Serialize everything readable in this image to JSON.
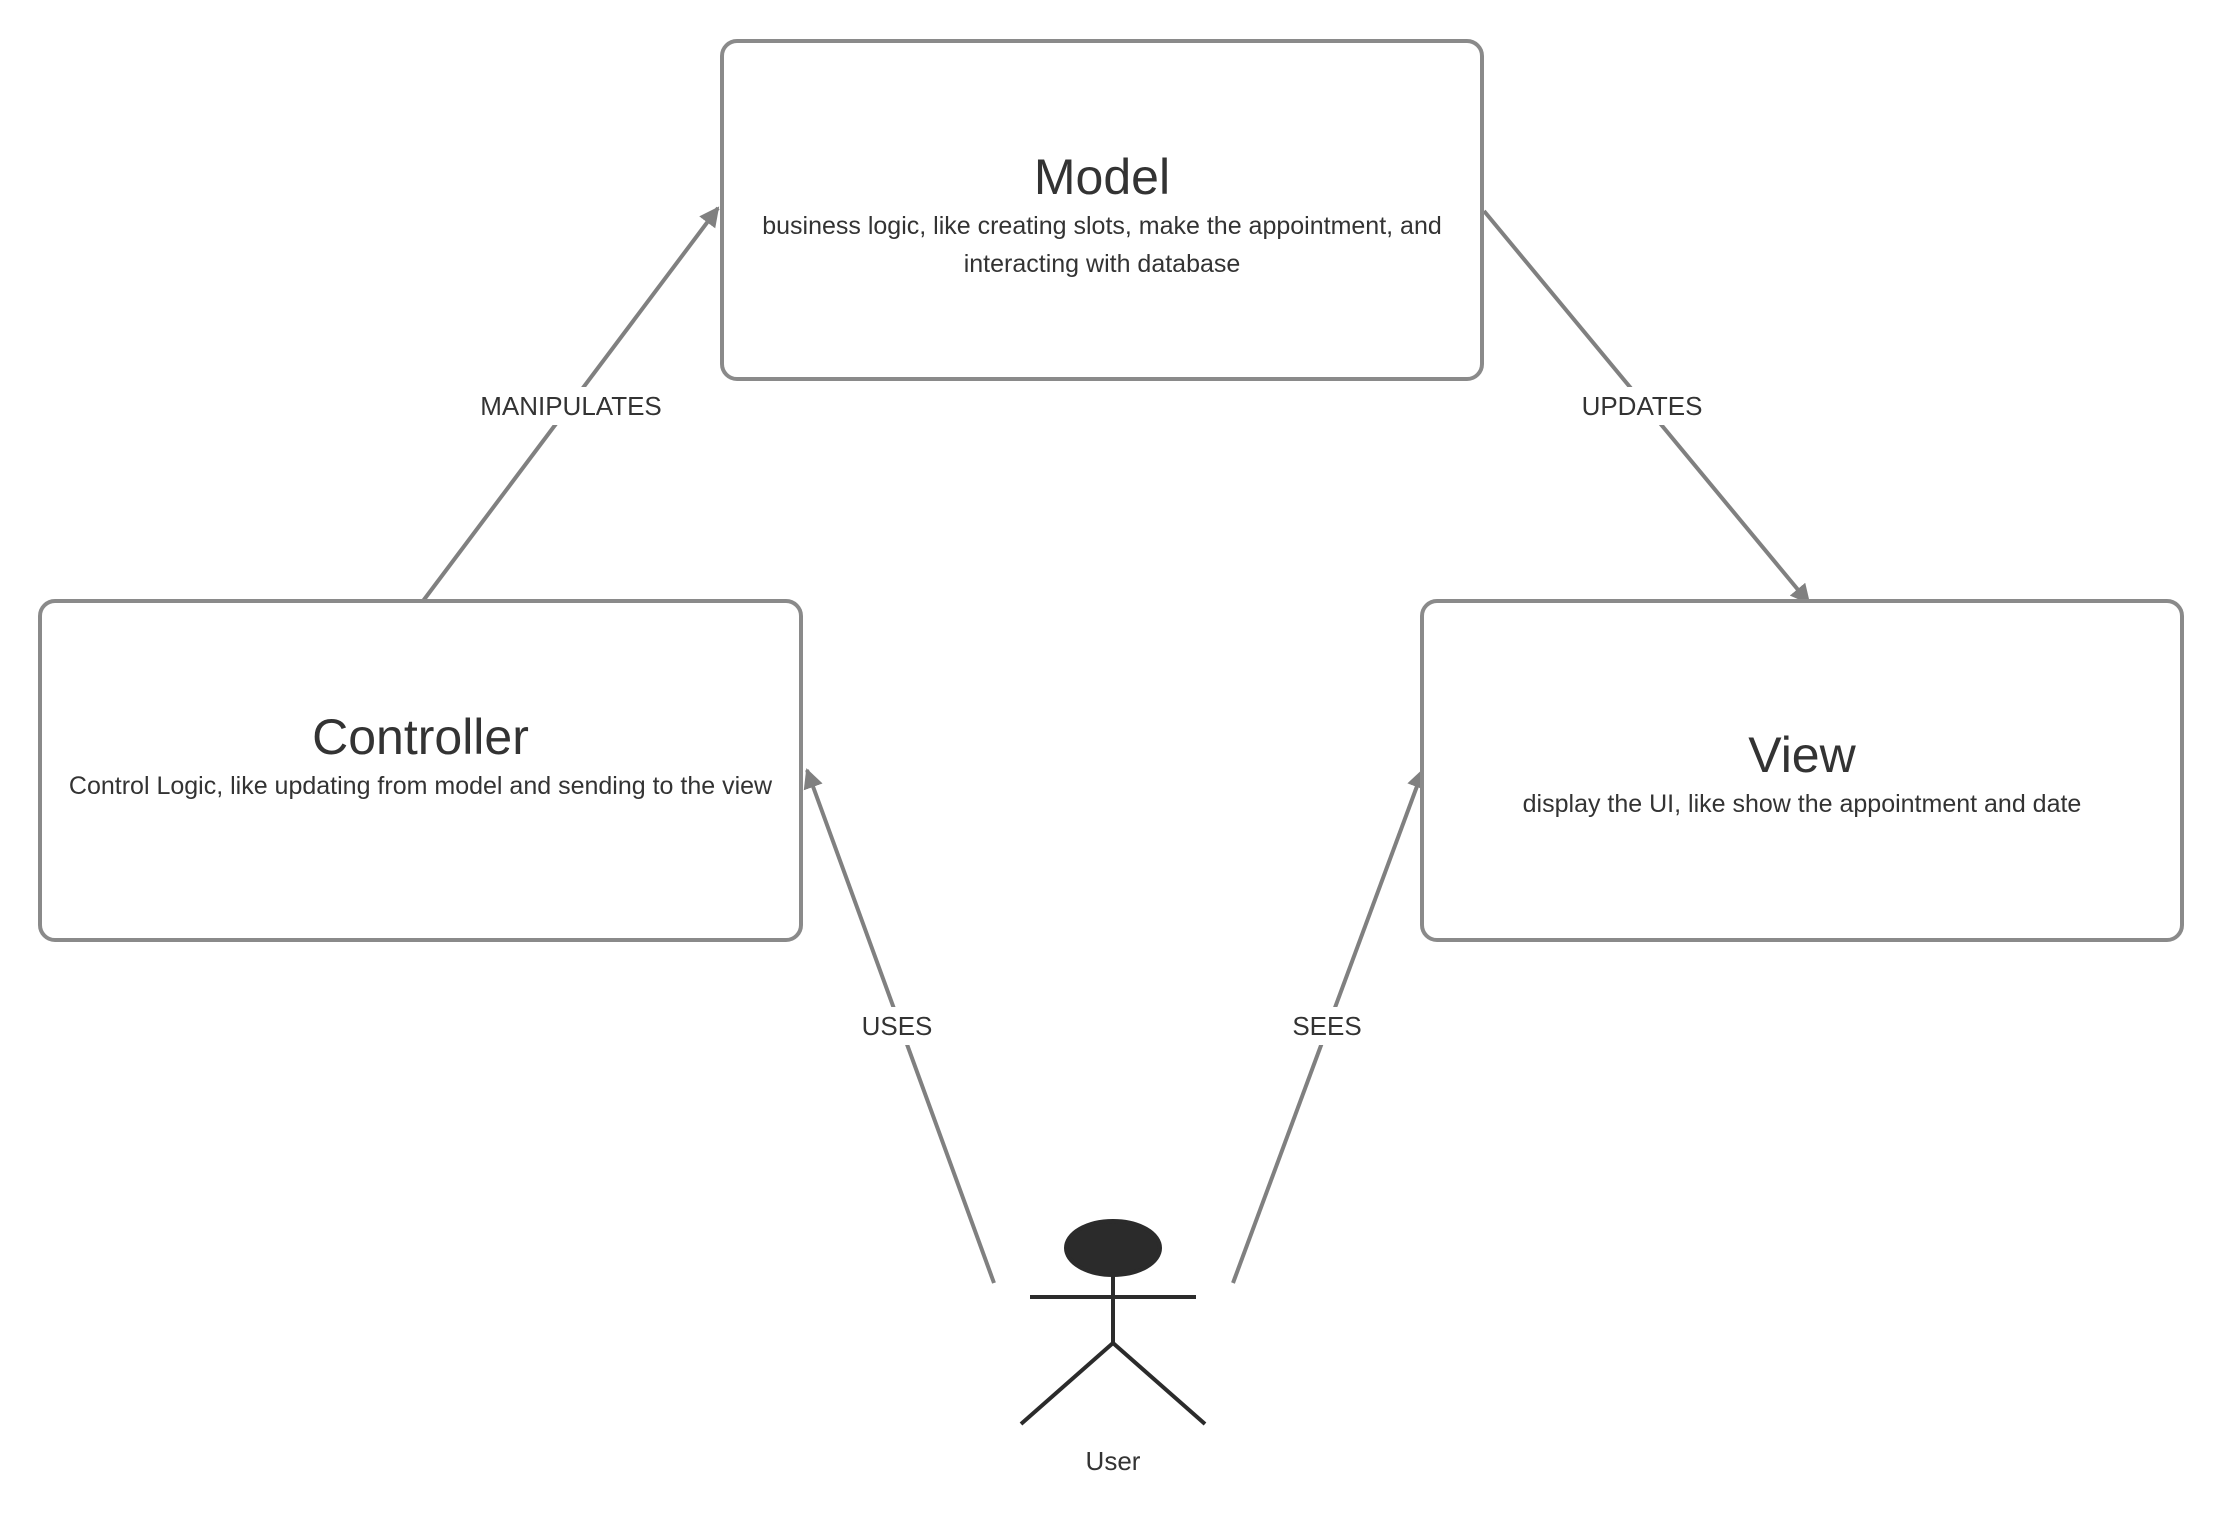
{
  "colors": {
    "box_border": "#8a8a8a",
    "edge": "#808080",
    "text": "#333333",
    "actor": "#2b2b2b"
  },
  "nodes": {
    "model": {
      "title": "Model",
      "description": "business logic, like creating slots, make the appointment, and interacting with database"
    },
    "controller": {
      "title": "Controller",
      "description": "Control Logic, like updating from model and sending to the view"
    },
    "view": {
      "title": "View",
      "description": "display the UI, like show the appointment and date"
    }
  },
  "actor": {
    "label": "User",
    "icon": "stick-figure-icon"
  },
  "edges": [
    {
      "id": "controller-to-model",
      "from": "Controller",
      "to": "Model",
      "label": "MANIPULATES"
    },
    {
      "id": "model-to-view",
      "from": "Model",
      "to": "View",
      "label": "UPDATES"
    },
    {
      "id": "user-to-controller",
      "from": "User",
      "to": "Controller",
      "label": "USES"
    },
    {
      "id": "user-to-view",
      "from": "User",
      "to": "View",
      "label": "SEES"
    }
  ]
}
